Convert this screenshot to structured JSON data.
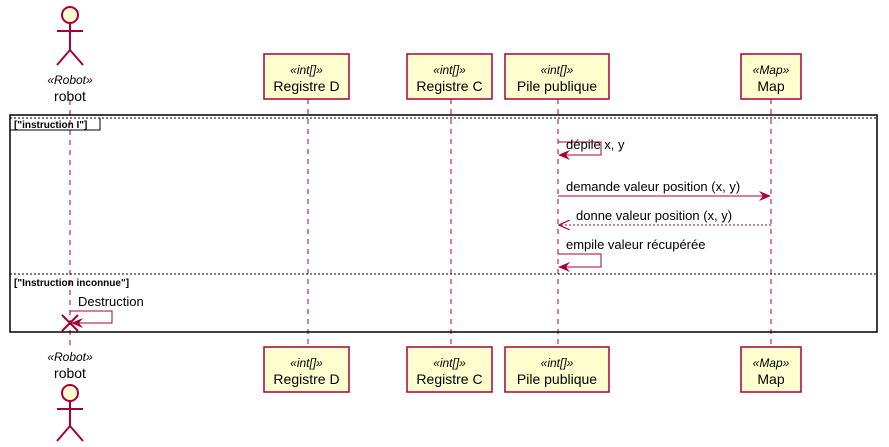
{
  "diagram": {
    "actor": {
      "stereotype": "«Robot»",
      "name": "robot"
    },
    "participants": [
      {
        "stereotype": "«int[]»",
        "name": "Registre D"
      },
      {
        "stereotype": "«int[]»",
        "name": "Registre C"
      },
      {
        "stereotype": "«int[]»",
        "name": "Pile publique"
      },
      {
        "stereotype": "«Map»",
        "name": "Map"
      }
    ],
    "fragment": {
      "guard_1": "[\"instruction I\"]",
      "guard_2": "[\"Instruction inconnue\"]"
    },
    "messages": [
      "dépile x, y",
      "demande valeur position (x, y)",
      "donne valeur position (x, y)",
      "empile valeur récupérée",
      "Destruction"
    ],
    "colors": {
      "participant_fill": "#FEFECE",
      "line": "#A80036",
      "frame": "#000000"
    }
  }
}
